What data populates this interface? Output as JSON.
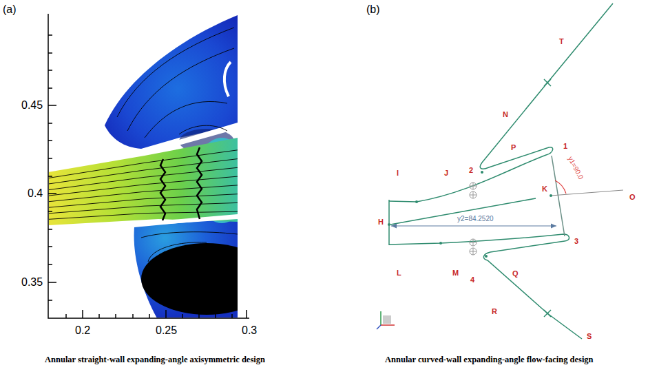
{
  "diagram": {
    "labels": [
      "(a)",
      "0.45",
      "0.4",
      "0.35",
      "0.2",
      "0.25",
      "0.3",
      "Annular straight-wall expanding-angle axisymmetric design",
      "(b)",
      "T",
      "N",
      "P",
      "1",
      "y1=90.0",
      "2",
      "I",
      "J",
      "K",
      "O",
      "H",
      "y2=84.2520",
      "3",
      "L",
      "M",
      "Q",
      "4",
      "R",
      "S",
      "Annular curved-wall expanding-angle flow-facing design"
    ]
  }
}
